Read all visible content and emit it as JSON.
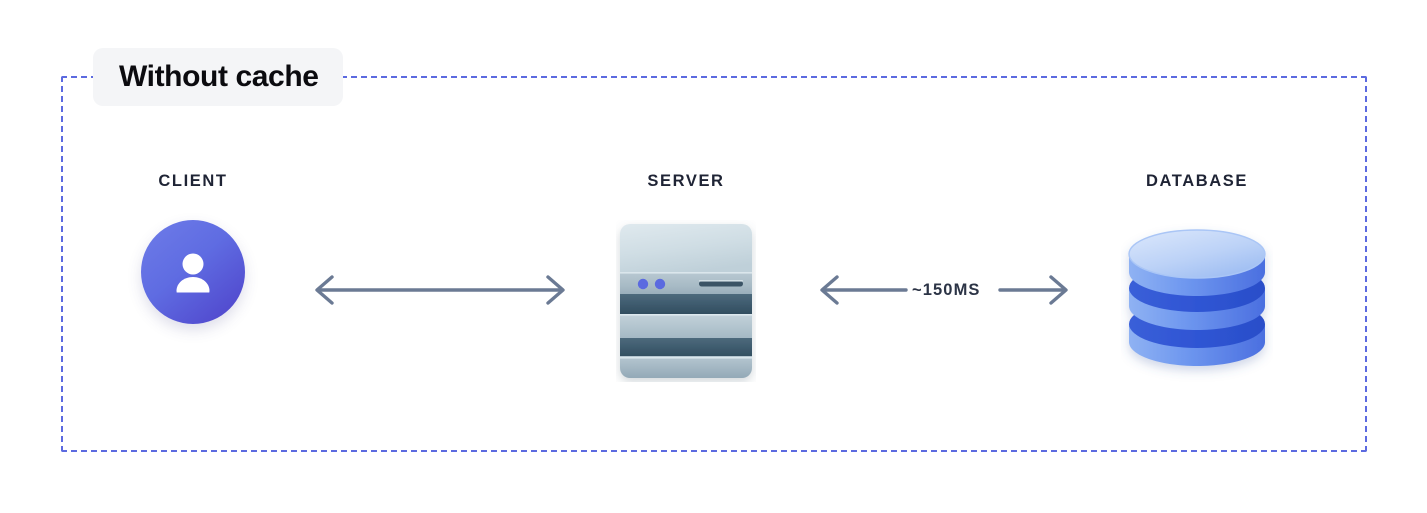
{
  "diagram": {
    "title": "Without cache",
    "border_color": "#5c6ae0",
    "badge_bg": "#f4f5f7",
    "background": "#ffffff"
  },
  "nodes": [
    {
      "id": "client",
      "label": "CLIENT",
      "icon": "user-avatar-icon",
      "color": "#5f6ce2"
    },
    {
      "id": "server",
      "label": "SERVER",
      "icon": "server-rack-icon",
      "color": "#8aa2b0"
    },
    {
      "id": "database",
      "label": "DATABASE",
      "icon": "database-cylinder-icon",
      "color": "#4a7ef0"
    }
  ],
  "connections": [
    {
      "id": "client-server",
      "from": "client",
      "to": "server",
      "label": "",
      "style": "double-arrow",
      "color": "#6b7a94"
    },
    {
      "id": "server-database",
      "from": "server",
      "to": "database",
      "label": "~150MS",
      "style": "double-arrow",
      "color": "#6b7a94"
    }
  ],
  "labels": {
    "latency": "~150MS"
  }
}
